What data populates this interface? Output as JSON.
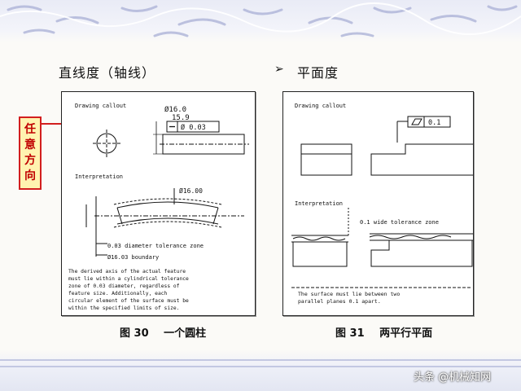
{
  "headings": {
    "left": "直线度（轴线）",
    "right": "平面度",
    "right_bullet": "➢"
  },
  "side_label": [
    "任",
    "意",
    "方",
    "向"
  ],
  "left_panel": {
    "callout_title": "Drawing callout",
    "dim_upper": "Ø16.0",
    "dim_lower": "15.9",
    "fcf_tolerance": "Ø 0.03",
    "interp_title": "Interpretation",
    "dim_interp": "Ø16.00",
    "zone_label": "0.03 diameter tolerance zone",
    "boundary_label": "Ø16.03 boundary",
    "note_lines": [
      "The derived axis of the actual feature",
      "must lie within a cylindrical tolerance",
      "zone of 0.03 diameter, regardless of",
      "feature size. Additionally, each",
      "circular element of the surface must be",
      "within the specified limits of size."
    ]
  },
  "right_panel": {
    "callout_title": "Drawing callout",
    "fcf_tolerance": "0.1",
    "interp_title": "Interpretation",
    "zone_label": "0.1 wide tolerance zone",
    "note_lines": [
      "The surface must lie between two",
      "parallel planes 0.1 apart."
    ]
  },
  "captions": {
    "left_num": "图 30",
    "left_text": "一个圆柱",
    "right_num": "图 31",
    "right_text": "两平行平面"
  },
  "watermark": "头条 @机械知网",
  "colors": {
    "accent_red": "#d21e1e",
    "label_bg": "#fff3b0",
    "band": "#c9cde6"
  }
}
